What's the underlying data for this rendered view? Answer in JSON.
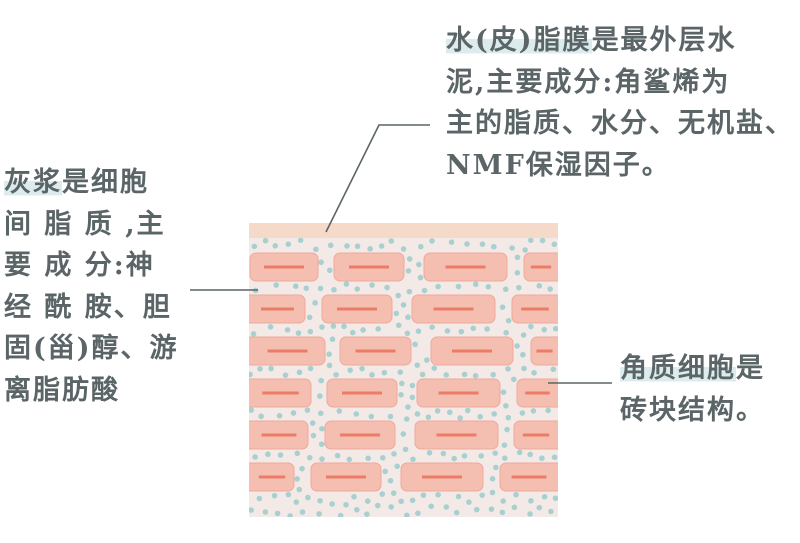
{
  "annotations": {
    "lipid_film": {
      "highlight": "水(皮)脂膜",
      "lines": [
        "是最外层水",
        "泥,主要成分:角鲨烯为",
        "主的脂质、水分、无机盐、",
        "NMF保湿因子。"
      ]
    },
    "mortar": {
      "highlight": "灰浆",
      "lines": [
        "是细胞",
        "间 脂 质 ,主",
        "要 成 分:神",
        "经 酰 胺、胆",
        "固(甾)醇、游",
        "离脂肪酸"
      ]
    },
    "corneocytes": {
      "highlight": "角质细胞",
      "lines": [
        "是",
        "砖块结构。"
      ]
    }
  },
  "colors": {
    "text": "#5b6567",
    "highlight": "#dcecee",
    "top_layer": "#f5d9c9",
    "matrix_background": "#f3eae8",
    "brick_fill": "#f4bfb0",
    "brick_stroke": "#f0a898",
    "brick_nucleus": "#ec7c68",
    "lipid_dot": "#a9d0cf",
    "leader_line": "#5b6567"
  }
}
